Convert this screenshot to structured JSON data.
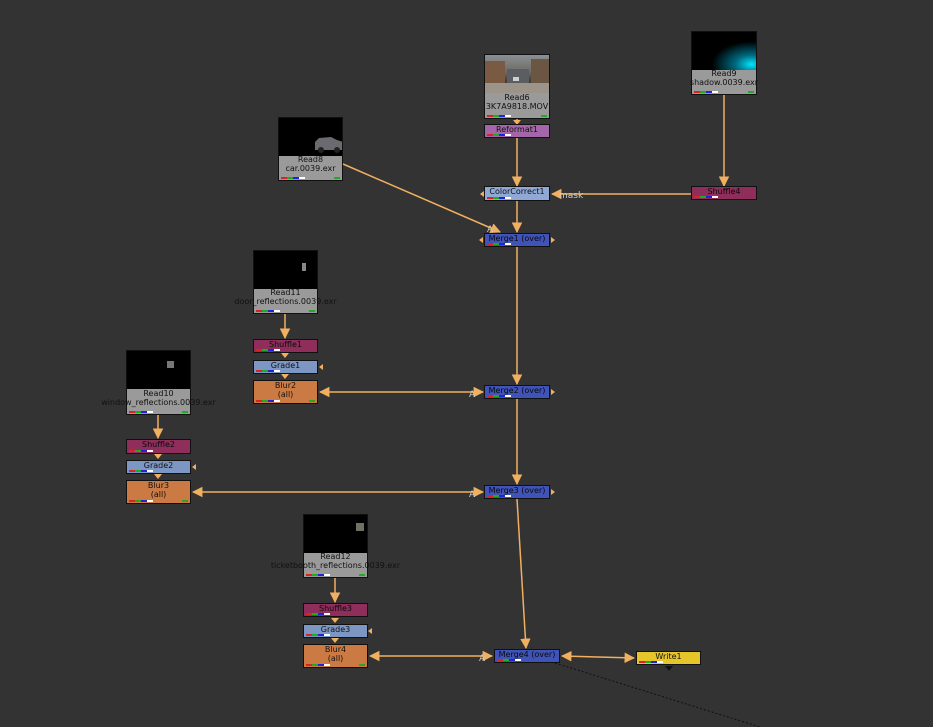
{
  "nodes": {
    "read6": {
      "name": "Read6",
      "file": "3K7A9818.MOV"
    },
    "read9": {
      "name": "Read9",
      "file": "shadow.0039.exr"
    },
    "read8": {
      "name": "Read8",
      "file": "car.0039.exr"
    },
    "read11": {
      "name": "Read11",
      "file": "door_reflections.0039.exr"
    },
    "read10": {
      "name": "Read10",
      "file": "window_reflections.0039.exr"
    },
    "read12": {
      "name": "Read12",
      "file": "ticketbooth_reflections.0039.exr"
    },
    "reformat1": {
      "name": "Reformat1"
    },
    "colorcorrect1": {
      "name": "ColorCorrect1"
    },
    "shuffle4": {
      "name": "Shuffle4"
    },
    "merge1": {
      "name": "Merge1 (over)"
    },
    "shuffle1": {
      "name": "Shuffle1"
    },
    "grade1": {
      "name": "Grade1"
    },
    "blur2": {
      "name": "Blur2",
      "sub": "(all)"
    },
    "merge2": {
      "name": "Merge2 (over)"
    },
    "shuffle2": {
      "name": "Shuffle2"
    },
    "grade2": {
      "name": "Grade2"
    },
    "blur3": {
      "name": "Blur3",
      "sub": "(all)"
    },
    "merge3": {
      "name": "Merge3 (over)"
    },
    "shuffle3": {
      "name": "Shuffle3"
    },
    "grade3": {
      "name": "Grade3"
    },
    "blur4": {
      "name": "Blur4",
      "sub": "(all)"
    },
    "merge4": {
      "name": "Merge4 (over)"
    },
    "write1": {
      "name": "Write1"
    }
  },
  "labels": {
    "mask": "mask",
    "input_a": "A"
  },
  "colors": {
    "background": "#333333",
    "wire": "#f0b060",
    "read": "#9a9a9a",
    "shuffle": "#8f2d5b",
    "grade": "#7d97c4",
    "blur": "#cc7a44",
    "merge": "#3f53b8",
    "reformat": "#a366a8",
    "colorcorrect": "#8fa8d6",
    "write": "#e6c52a"
  }
}
